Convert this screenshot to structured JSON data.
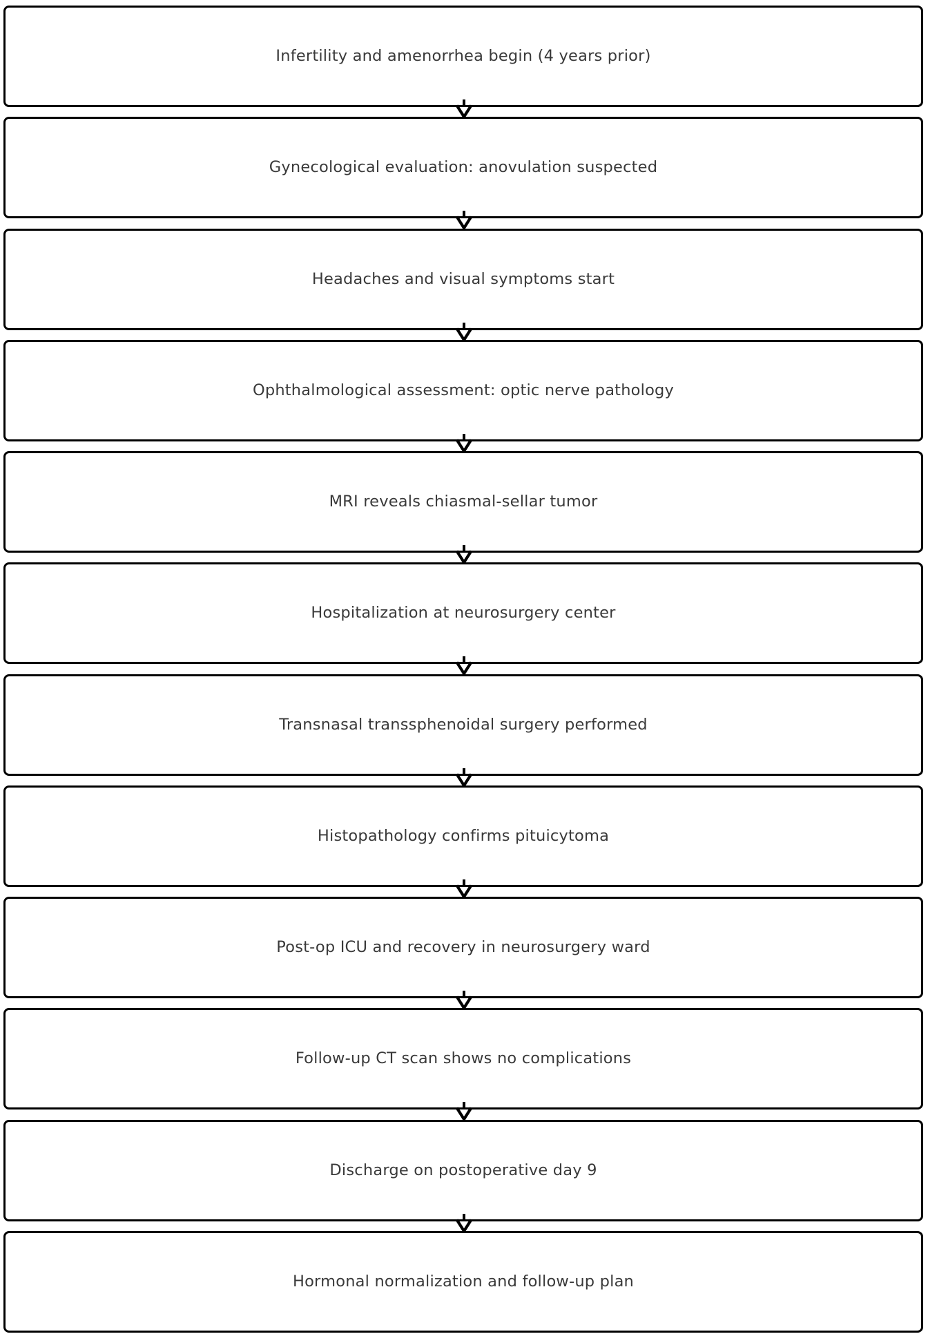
{
  "diagram": {
    "type": "flowchart",
    "direction": "top-down",
    "background_color": "#ffffff",
    "node_fill_color": "#ffffff",
    "node_border_color": "#000000",
    "text_color": "#3a3a3a",
    "arrow_color": "#000000",
    "connector_style": "open-vee-down-arrow",
    "steps": [
      {
        "id": 1,
        "label": "Infertility and amenorrhea begin (4 years prior)"
      },
      {
        "id": 2,
        "label": "Gynecological evaluation: anovulation suspected"
      },
      {
        "id": 3,
        "label": "Headaches and visual symptoms start"
      },
      {
        "id": 4,
        "label": "Ophthalmological assessment: optic nerve pathology"
      },
      {
        "id": 5,
        "label": "MRI reveals chiasmal-sellar tumor"
      },
      {
        "id": 6,
        "label": "Hospitalization at neurosurgery center"
      },
      {
        "id": 7,
        "label": "Transnasal transsphenoidal surgery performed"
      },
      {
        "id": 8,
        "label": "Histopathology confirms pituicytoma"
      },
      {
        "id": 9,
        "label": "Post-op ICU and recovery in neurosurgery ward"
      },
      {
        "id": 10,
        "label": "Follow-up CT scan shows no complications"
      },
      {
        "id": 11,
        "label": "Discharge on postoperative day 9"
      },
      {
        "id": 12,
        "label": "Hormonal normalization and follow-up plan"
      }
    ]
  }
}
